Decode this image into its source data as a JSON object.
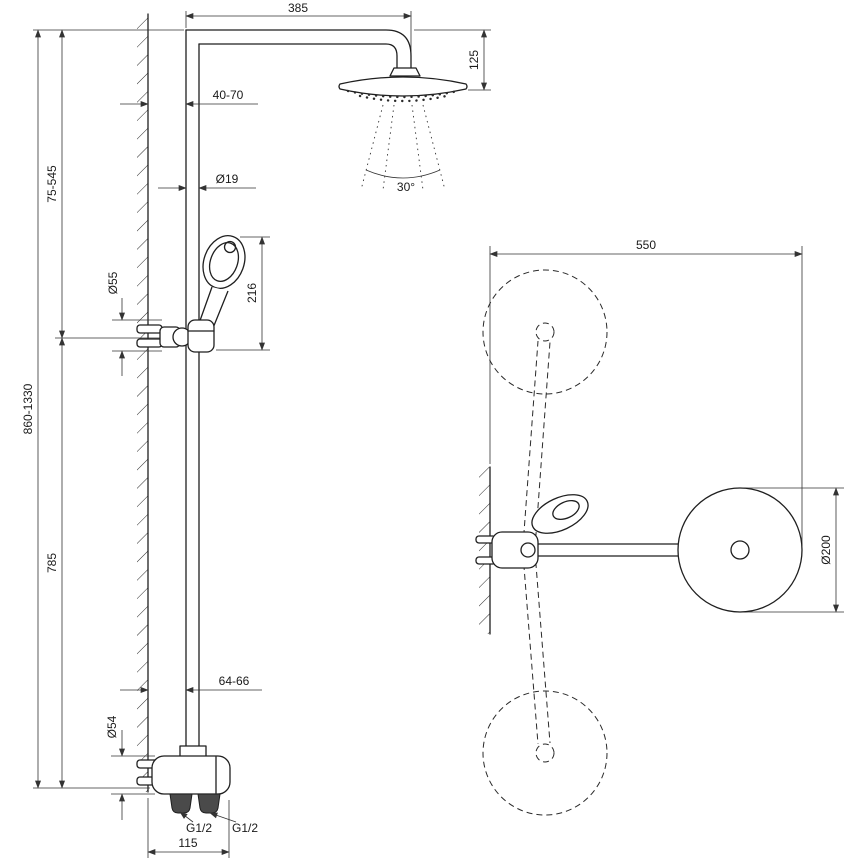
{
  "front_view": {
    "dims": {
      "width_top": "385",
      "head_drop": "125",
      "wall_offset_top": "40-70",
      "pipe_diameter": "Ø19",
      "spray_angle": "30°",
      "upper_height": "75-545",
      "bracket_diameter": "Ø55",
      "handshower_length": "216",
      "total_height": "860-1330",
      "lower_height": "785",
      "wall_offset_bottom": "64-66",
      "mixer_diameter": "Ø54",
      "inlet_left": "G1/2",
      "inlet_right": "G1/2",
      "mixer_width": "115"
    }
  },
  "top_view": {
    "dims": {
      "swivel_width": "550",
      "head_diameter": "Ø200"
    }
  }
}
